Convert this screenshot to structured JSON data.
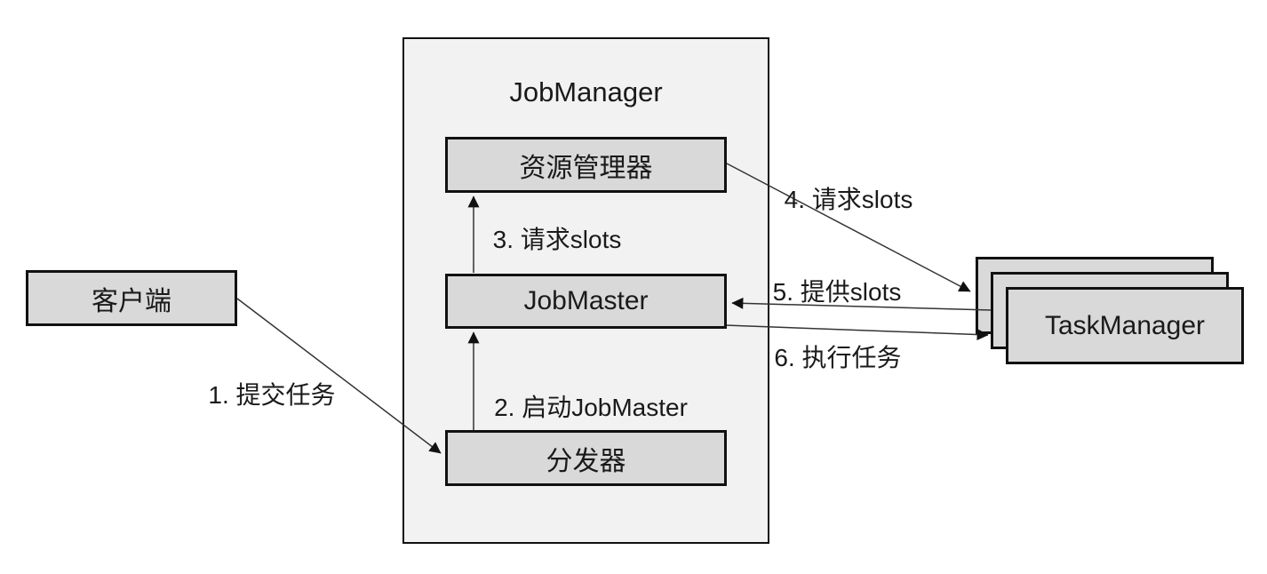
{
  "diagram": {
    "container": {
      "title": "JobManager"
    },
    "nodes": {
      "client": {
        "label": "客户端"
      },
      "resource_manager": {
        "label": "资源管理器"
      },
      "job_master": {
        "label": "JobMaster"
      },
      "dispatcher": {
        "label": "分发器"
      },
      "task_manager": {
        "label": "TaskManager"
      }
    },
    "edges": [
      {
        "id": "submit-task",
        "label": "1. 提交任务",
        "from": "客户端",
        "to": "分发器"
      },
      {
        "id": "start-jobmaster",
        "label": "2. 启动JobMaster",
        "from": "分发器",
        "to": "JobMaster"
      },
      {
        "id": "request-slots-inner",
        "label": "3. 请求slots",
        "from": "JobMaster",
        "to": "资源管理器"
      },
      {
        "id": "request-slots",
        "label": "4. 请求slots",
        "from": "资源管理器",
        "to": "TaskManager"
      },
      {
        "id": "offer-slots",
        "label": "5. 提供slots",
        "from": "TaskManager",
        "to": "JobMaster"
      },
      {
        "id": "execute-task",
        "label": "6. 执行任务",
        "from": "JobMaster",
        "to": "TaskManager"
      }
    ],
    "colors": {
      "node_fill": "#d9d9d9",
      "container_fill": "#f2f2f2",
      "border": "#111111",
      "line": "#333333",
      "background": "#ffffff"
    }
  }
}
